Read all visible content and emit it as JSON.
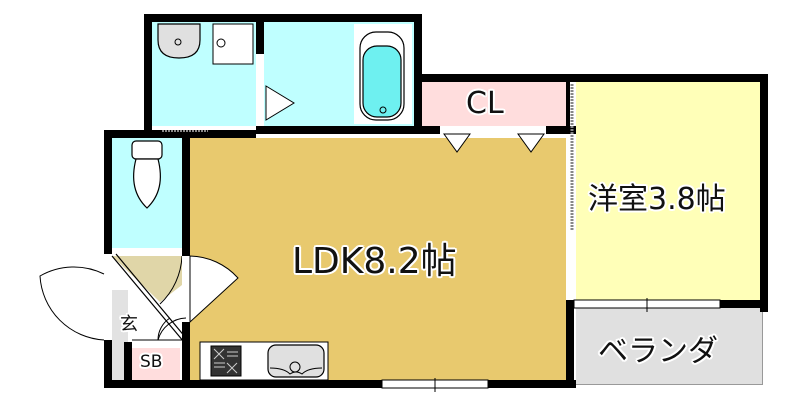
{
  "floorplan": {
    "rooms": {
      "ldk": {
        "label": "LDK8.2帖",
        "color": "#E8C96E"
      },
      "western_room": {
        "label": "洋室3.8帖",
        "color": "#FFFFB8"
      },
      "closet": {
        "label": "CL",
        "color": "#FFDDDD"
      },
      "veranda": {
        "label": "ベランダ",
        "color": "#E0E0E0"
      },
      "entrance": {
        "label": "玄",
        "color": "#E2E2E2"
      },
      "shoe_box": {
        "label": "SB",
        "color": "#FFDDDD"
      },
      "washroom": {
        "color": "#BFFFFF"
      },
      "bathroom": {
        "color": "#BFFFFF"
      },
      "toilet": {
        "color": "#BFFFFF"
      }
    },
    "colors": {
      "wall": "#000000",
      "water_area": "#BFFFFF",
      "bathtub_inner": "#6EF0F0",
      "fixture_gray": "#E0E0E0"
    }
  }
}
